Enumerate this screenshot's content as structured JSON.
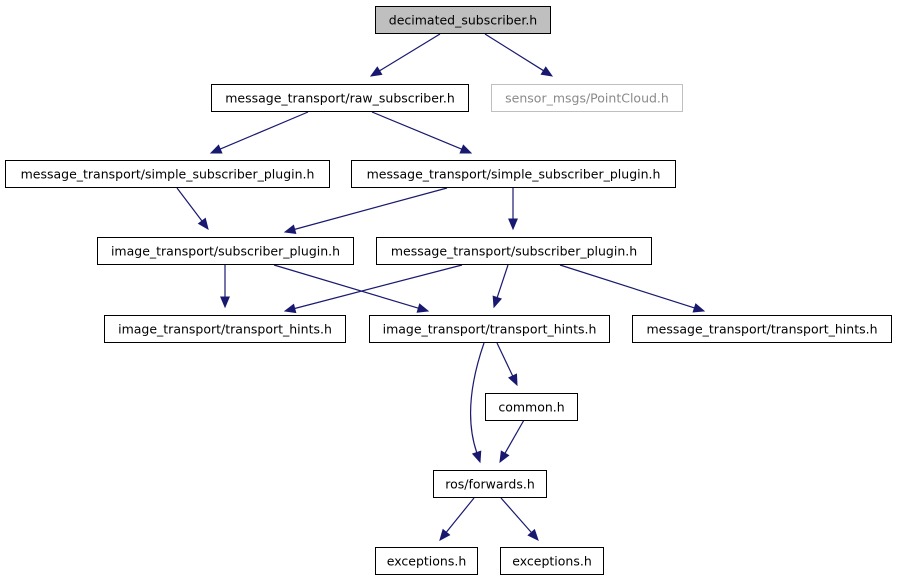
{
  "nodes": [
    {
      "id": "decimated_subscriber",
      "label": "decimated_subscriber.h",
      "root": true
    },
    {
      "id": "raw_subscriber",
      "label": "message_transport/raw_subscriber.h"
    },
    {
      "id": "pointcloud",
      "label": "sensor_msgs/PointCloud.h",
      "external": true
    },
    {
      "id": "simple_plugin_a",
      "label": "message_transport/simple_subscriber_plugin.h"
    },
    {
      "id": "simple_plugin_b",
      "label": "message_transport/simple_subscriber_plugin.h"
    },
    {
      "id": "it_subscriber_plugin",
      "label": "image_transport/subscriber_plugin.h"
    },
    {
      "id": "mt_subscriber_plugin",
      "label": "message_transport/subscriber_plugin.h"
    },
    {
      "id": "it_hints_a",
      "label": "image_transport/transport_hints.h"
    },
    {
      "id": "it_hints_b",
      "label": "image_transport/transport_hints.h"
    },
    {
      "id": "mt_hints",
      "label": "message_transport/transport_hints.h"
    },
    {
      "id": "common",
      "label": "common.h"
    },
    {
      "id": "ros_forwards",
      "label": "ros/forwards.h"
    },
    {
      "id": "exceptions_a",
      "label": "exceptions.h"
    },
    {
      "id": "exceptions_b",
      "label": "exceptions.h"
    }
  ],
  "edges": [
    {
      "from": "decimated_subscriber",
      "to": "raw_subscriber"
    },
    {
      "from": "decimated_subscriber",
      "to": "pointcloud"
    },
    {
      "from": "raw_subscriber",
      "to": "simple_plugin_a"
    },
    {
      "from": "raw_subscriber",
      "to": "simple_plugin_b"
    },
    {
      "from": "simple_plugin_a",
      "to": "it_subscriber_plugin"
    },
    {
      "from": "simple_plugin_b",
      "to": "it_subscriber_plugin"
    },
    {
      "from": "simple_plugin_b",
      "to": "mt_subscriber_plugin"
    },
    {
      "from": "it_subscriber_plugin",
      "to": "it_hints_a"
    },
    {
      "from": "it_subscriber_plugin",
      "to": "it_hints_b"
    },
    {
      "from": "mt_subscriber_plugin",
      "to": "it_hints_a"
    },
    {
      "from": "mt_subscriber_plugin",
      "to": "it_hints_b"
    },
    {
      "from": "mt_subscriber_plugin",
      "to": "mt_hints"
    },
    {
      "from": "it_hints_b",
      "to": "common"
    },
    {
      "from": "it_hints_b",
      "to": "ros_forwards"
    },
    {
      "from": "common",
      "to": "ros_forwards"
    },
    {
      "from": "ros_forwards",
      "to": "exceptions_a"
    },
    {
      "from": "ros_forwards",
      "to": "exceptions_b"
    }
  ],
  "colors": {
    "edge": "#191970",
    "root_fill": "#bfbfbf",
    "external_border": "#bfbfbf",
    "external_text": "#8a8a8a"
  }
}
